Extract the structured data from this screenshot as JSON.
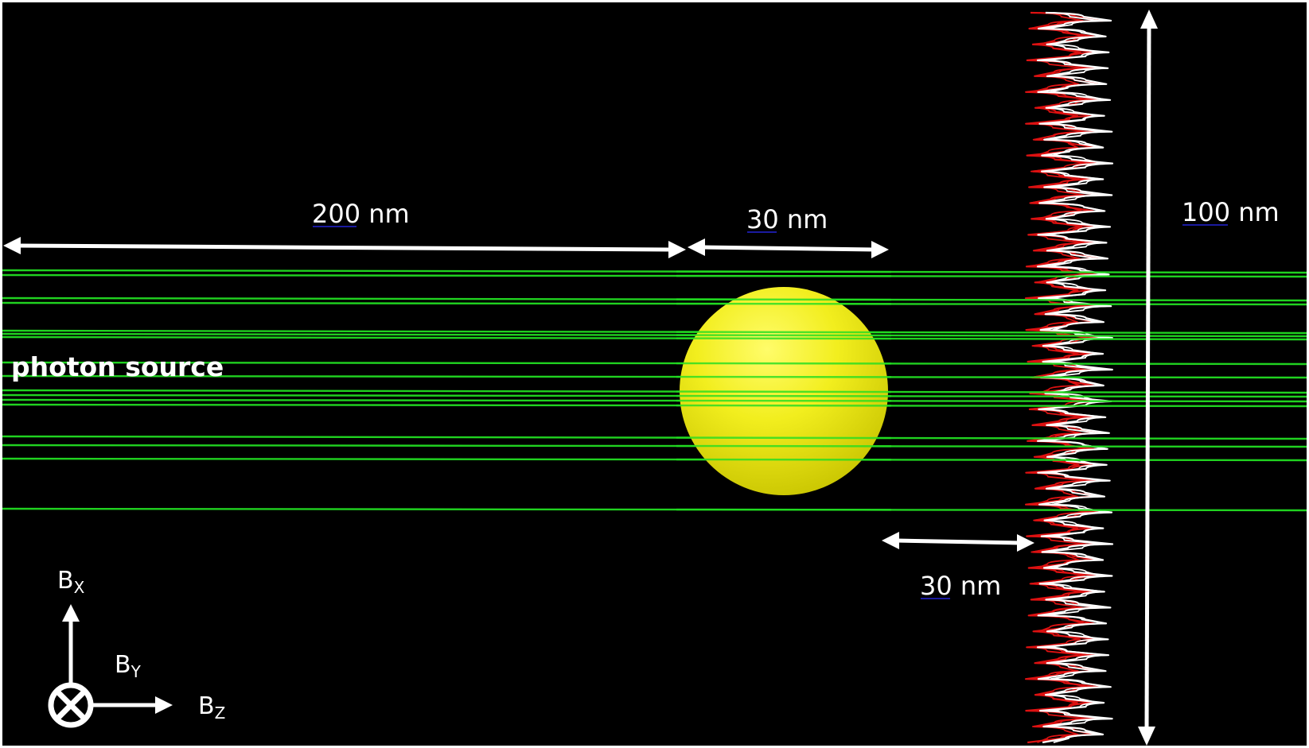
{
  "labels": {
    "gap_200": "200 nm",
    "sphere_diameter": "30 nm",
    "gap_30": "30 nm",
    "height_100": "100 nm",
    "source": "photon source"
  },
  "axes": {
    "x_main": "B",
    "x_sub": "X",
    "y_main": "B",
    "y_sub": "Y",
    "z_main": "B",
    "z_sub": "Z"
  },
  "colors": {
    "background": "#000000",
    "ray": "#22dd22",
    "sphere": "#f2ee1e",
    "arrow": "#ffffff",
    "track_red": "#dd1111",
    "track_white": "#ffffff"
  }
}
